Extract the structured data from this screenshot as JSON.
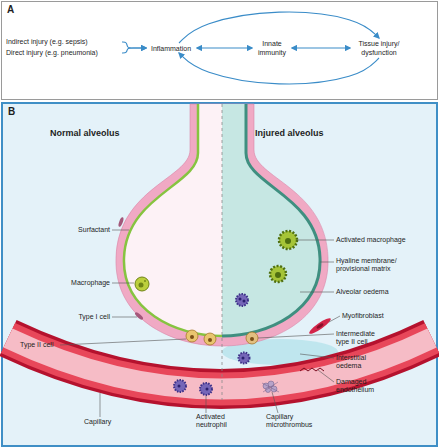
{
  "diagram": {
    "nodes": [
      {
        "text": [
          "A"
        ]
      },
      {
        "text": [
          "Indirect injury (e.g. sepsis)"
        ],
        "in": 0
      },
      {
        "text": [
          "Direct injury (e.g. pneumonia)"
        ],
        "in": 0
      },
      {
        "text": [
          "Inflammation"
        ],
        "in": 0
      },
      {
        "text": [
          "Innate immunity"
        ],
        "in": 0
      },
      {
        "text": [
          "Tissue injury/ dysfunction"
        ],
        "in": 0
      },
      {
        "text": [
          "B"
        ]
      }
    ],
    "edges": [
      {
        "from": 1,
        "to": 3,
        "arrow": "to"
      },
      {
        "from": 2,
        "to": 3,
        "arrow": "to"
      },
      {
        "from": 3,
        "to": 4,
        "arrow": "both"
      },
      {
        "from": 4,
        "to": 5,
        "arrow": "both"
      },
      {
        "from": 3,
        "to": 5,
        "arrow": "to"
      },
      {
        "from": 5,
        "to": 3,
        "arrow": "to"
      }
    ],
    "labels": [
      "Normal alveolus",
      "Injured alveolus",
      "Surfactant",
      "Macrophage",
      "Type I cell",
      "Type II cell",
      "Capillary",
      "Activated macrophage",
      "Hyaline membrane/ provisional matrix",
      "Alveolar oedema",
      "Myofibroblast",
      "Intermediate type II cell",
      "Interstitial oedema",
      "Damaged endothelium",
      "Activated neutrophil",
      "Capillary microthrombus"
    ]
  }
}
